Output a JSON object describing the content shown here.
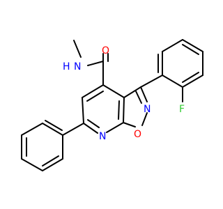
{
  "molecule": {
    "atom_labels": {
      "amide_oxygen": "O",
      "amide_nitrogen": "N",
      "amide_hydrogen": "H",
      "isoxazole_nitrogen": "N",
      "isoxazole_oxygen": "O",
      "pyridine_nitrogen": "N",
      "fluorine": "F"
    },
    "colors": {
      "bond": "#000000",
      "oxygen": "#ff0000",
      "nitrogen": "#0000ff",
      "fluorine": "#33cc33",
      "carbon": "#000000"
    }
  }
}
